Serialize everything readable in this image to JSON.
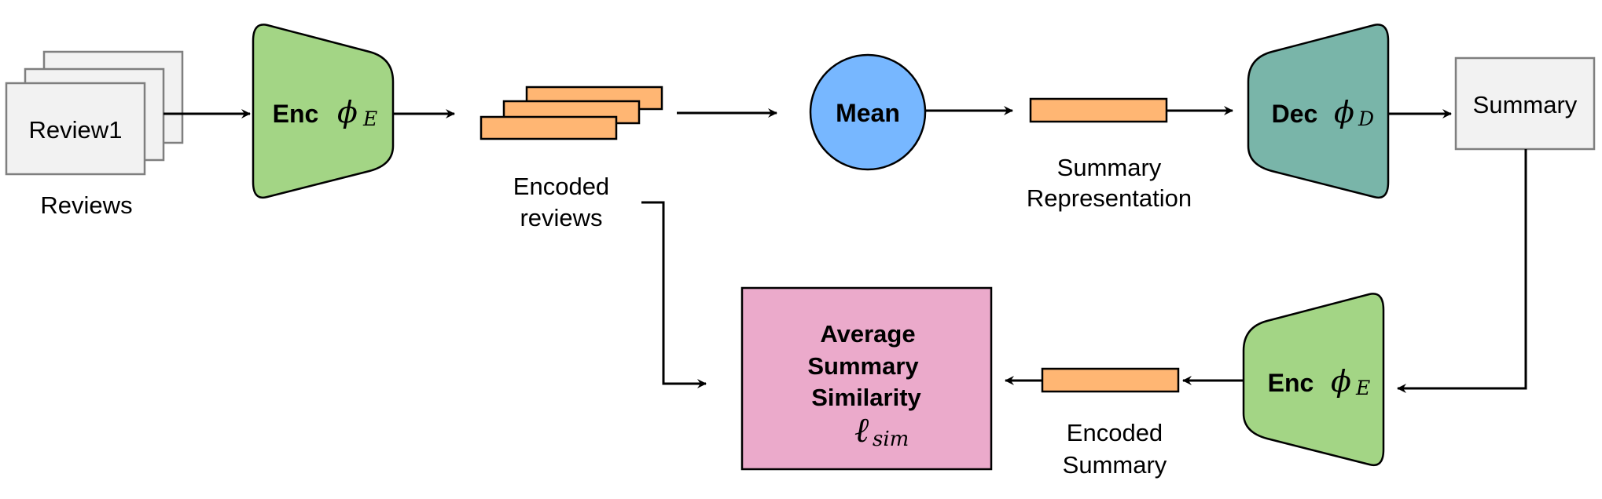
{
  "reviews": {
    "card_label": "Review1",
    "caption": "Reviews"
  },
  "encoder_top": {
    "label": "Enc",
    "symbol": "ϕ",
    "subscript": "E",
    "color": "#a3d585"
  },
  "encoded_reviews": {
    "caption_line1": "Encoded",
    "caption_line2": "reviews",
    "bar_color": "#ffb673"
  },
  "mean": {
    "label": "Mean",
    "color": "#77b7ff"
  },
  "summary_representation": {
    "caption_line1": "Summary",
    "caption_line2": "Representation"
  },
  "decoder": {
    "label": "Dec",
    "symbol": "ϕ",
    "subscript": "D",
    "color": "#79b5a9"
  },
  "summary": {
    "label": "Summary"
  },
  "encoder_bottom": {
    "label": "Enc",
    "symbol": "ϕ",
    "subscript": "E",
    "color": "#a3d585"
  },
  "encoded_summary": {
    "caption_line1": "Encoded",
    "caption_line2": "Summary"
  },
  "similarity": {
    "line1": "Average",
    "line2": "Summary",
    "line3": "Similarity",
    "symbol": "ℓ",
    "subscript": "sim",
    "color": "#ebaacb"
  }
}
